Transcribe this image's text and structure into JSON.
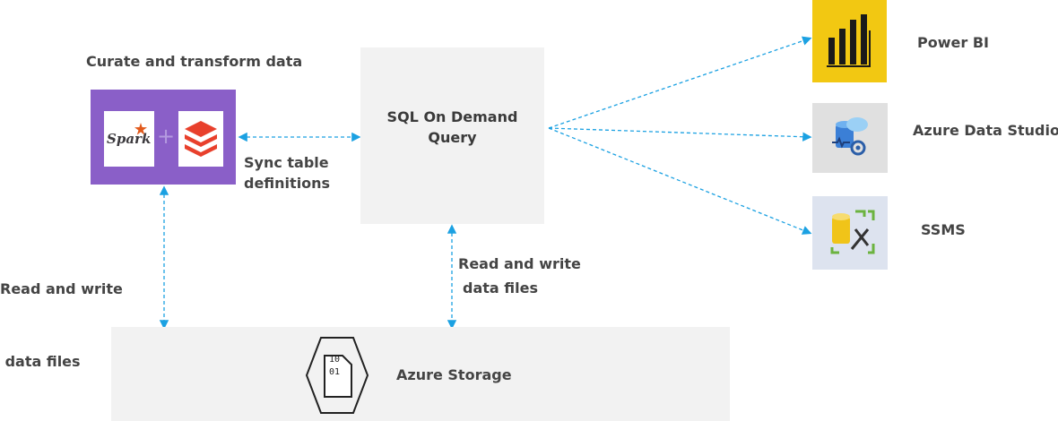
{
  "curate_label": "Curate and transform data",
  "spark_logo_text": "Spark",
  "plus_symbol": "+",
  "sql_box": {
    "line1": "SQL On Demand",
    "line2": "Query"
  },
  "sync_label": {
    "line1": "Sync table",
    "line2": "definitions"
  },
  "left_rw_label": {
    "line1": "Read and write",
    "line2": " data files"
  },
  "center_rw_label": {
    "line1": "Read and write",
    "line2": "data files"
  },
  "storage": {
    "label": "Azure Storage",
    "icon_line1": "10",
    "icon_line2": "01"
  },
  "tools": [
    {
      "name": "Power BI"
    },
    {
      "name": "Azure Data Studio"
    },
    {
      "name": "SSMS"
    }
  ],
  "colors": {
    "purple": "#8a5fc8",
    "panel_gray": "#f2f2f2",
    "power_bi_yellow": "#f2c812",
    "ads_gray": "#e0e0e0",
    "ssms_bg": "#dde3ef",
    "arrow_blue": "#1ba1e2",
    "databricks_red": "#e8402c"
  }
}
